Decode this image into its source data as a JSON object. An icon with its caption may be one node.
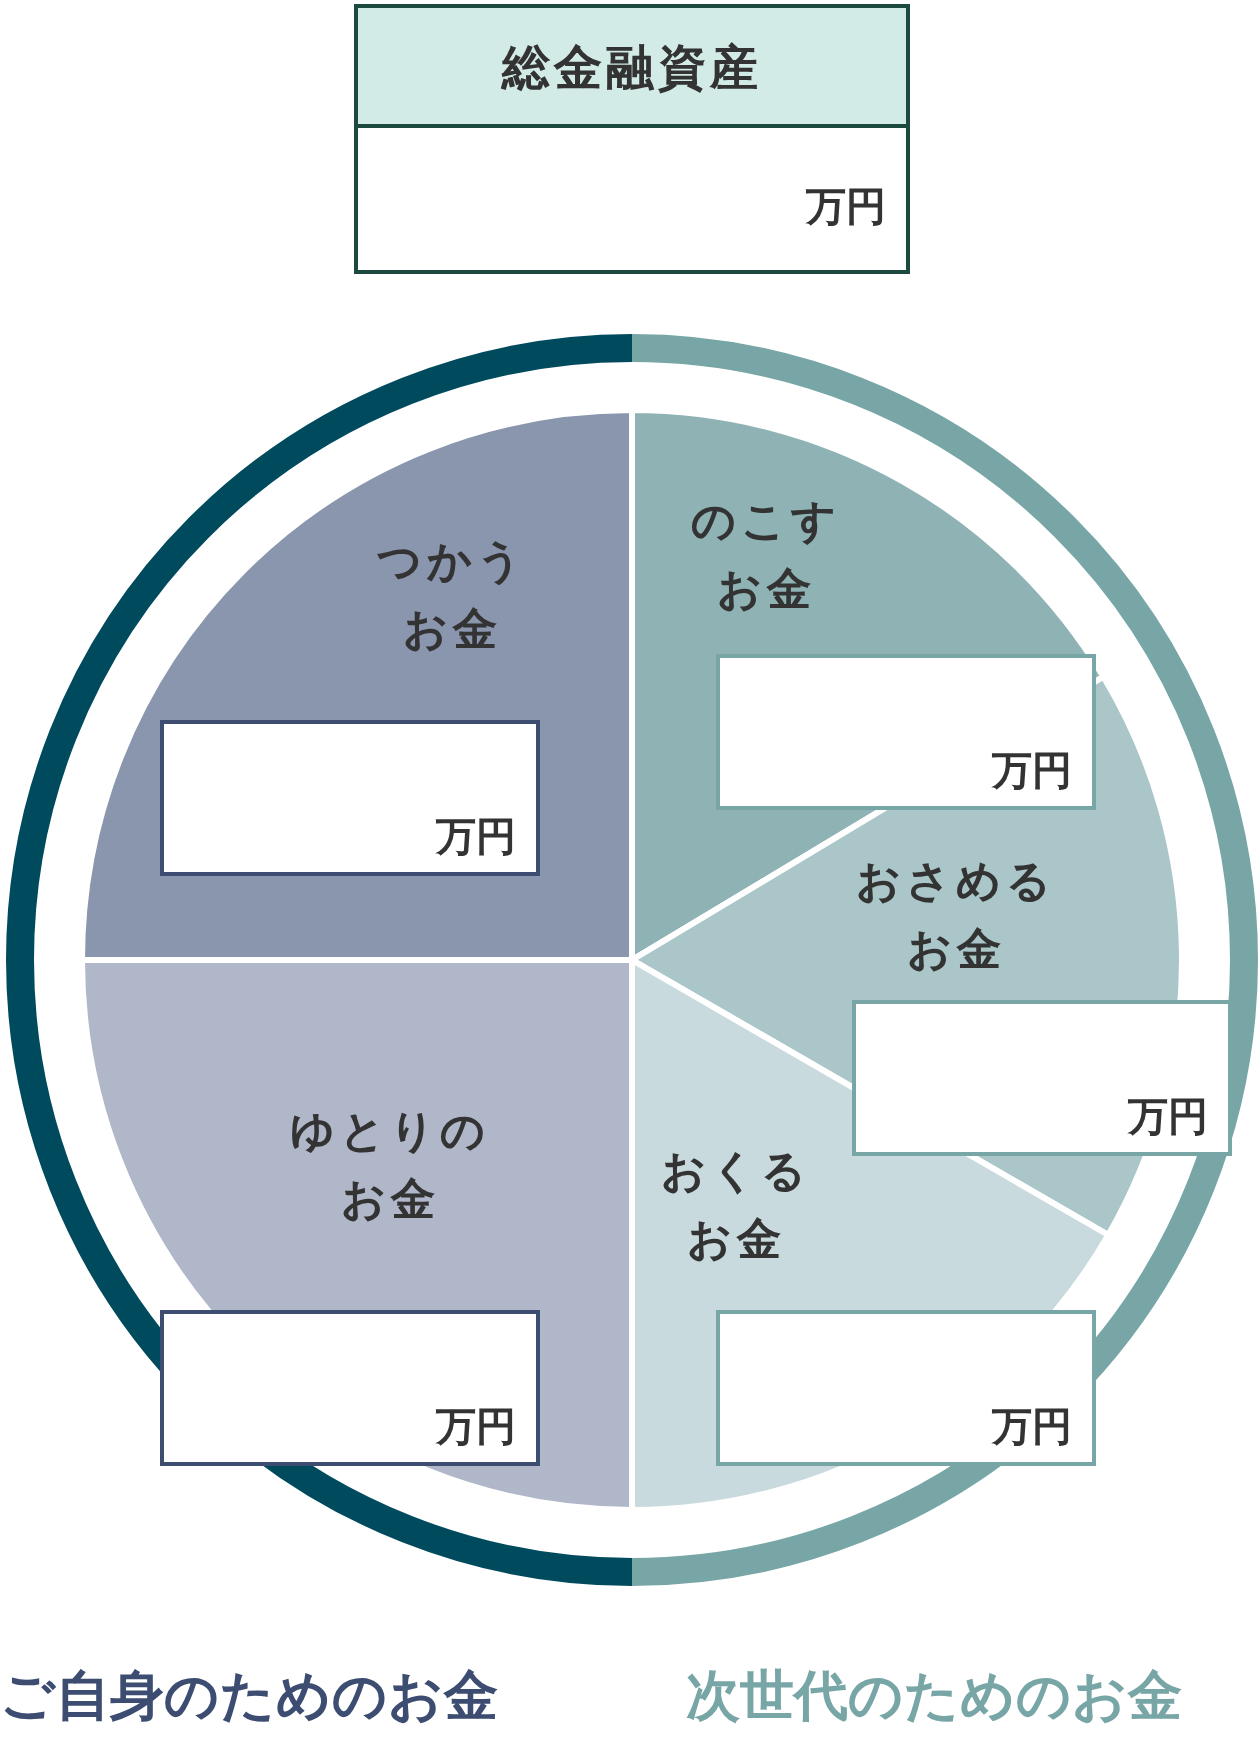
{
  "diagram": {
    "nodes": [
      {
        "text": [
          "総金融資産",
          "万円"
        ]
      },
      {
        "text": [
          "つかうお金",
          "万円"
        ]
      },
      {
        "text": [
          "のこすお金",
          "万円"
        ]
      },
      {
        "text": [
          "おさめるお金",
          "万円"
        ]
      },
      {
        "text": [
          "ゆとりのお金",
          "万円"
        ]
      },
      {
        "text": [
          "おくるお金",
          "万円"
        ]
      }
    ],
    "labels": [
      "ご自身のためのお金",
      "次世代のためのお金"
    ]
  }
}
